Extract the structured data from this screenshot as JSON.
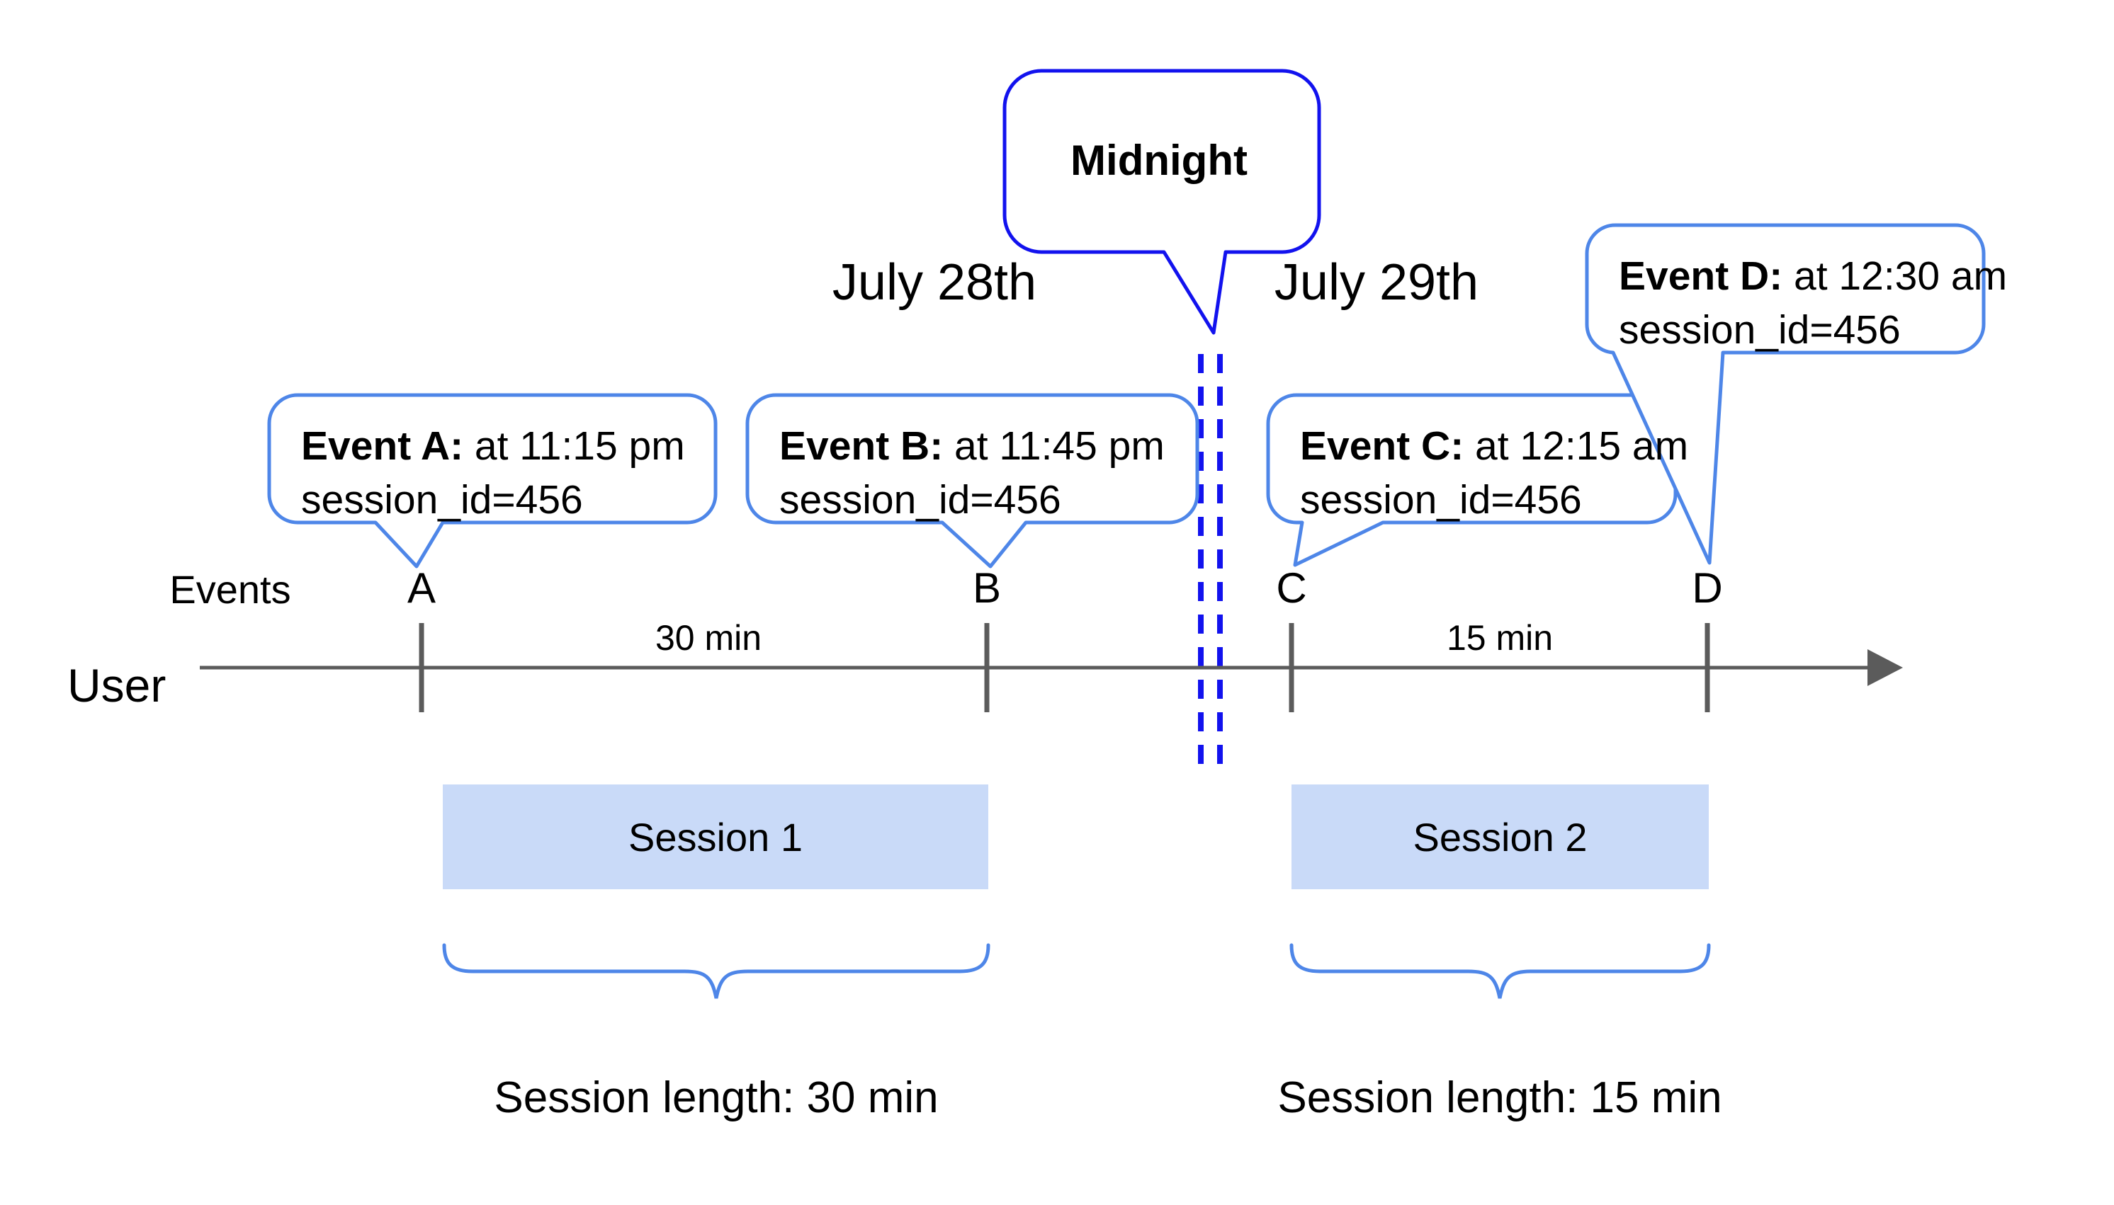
{
  "diagram": {
    "dates": {
      "left_label": "July 28th",
      "right_label": "July 29th"
    },
    "midnight_callout": {
      "label": "Midnight"
    },
    "event_callouts": [
      {
        "name": "Event A:",
        "time": " at 11:15 pm",
        "session": "session_id=456"
      },
      {
        "name": "Event B:",
        "time": " at 11:45 pm",
        "session": "session_id=456"
      },
      {
        "name": "Event C:",
        "time": " at 12:15 am",
        "session": "session_id=456"
      },
      {
        "name": "Event D:",
        "time": " at 12:30 am",
        "session": "session_id=456"
      }
    ],
    "axis": {
      "events_label": "Events",
      "user_label": "User",
      "tick_labels": [
        "A",
        "B",
        "C",
        "D"
      ],
      "interval_labels": [
        "30 min",
        "15 min"
      ]
    },
    "sessions": [
      {
        "box_label": "Session 1",
        "length_label": "Session length: 30 min"
      },
      {
        "box_label": "Session 2",
        "length_label": "Session length: 15 min"
      }
    ],
    "colors": {
      "callout_border": "#4e86e8",
      "midnight_blue": "#1212ee",
      "session_fill": "#c9daf8",
      "axis_gray": "#5b5b5b"
    }
  }
}
